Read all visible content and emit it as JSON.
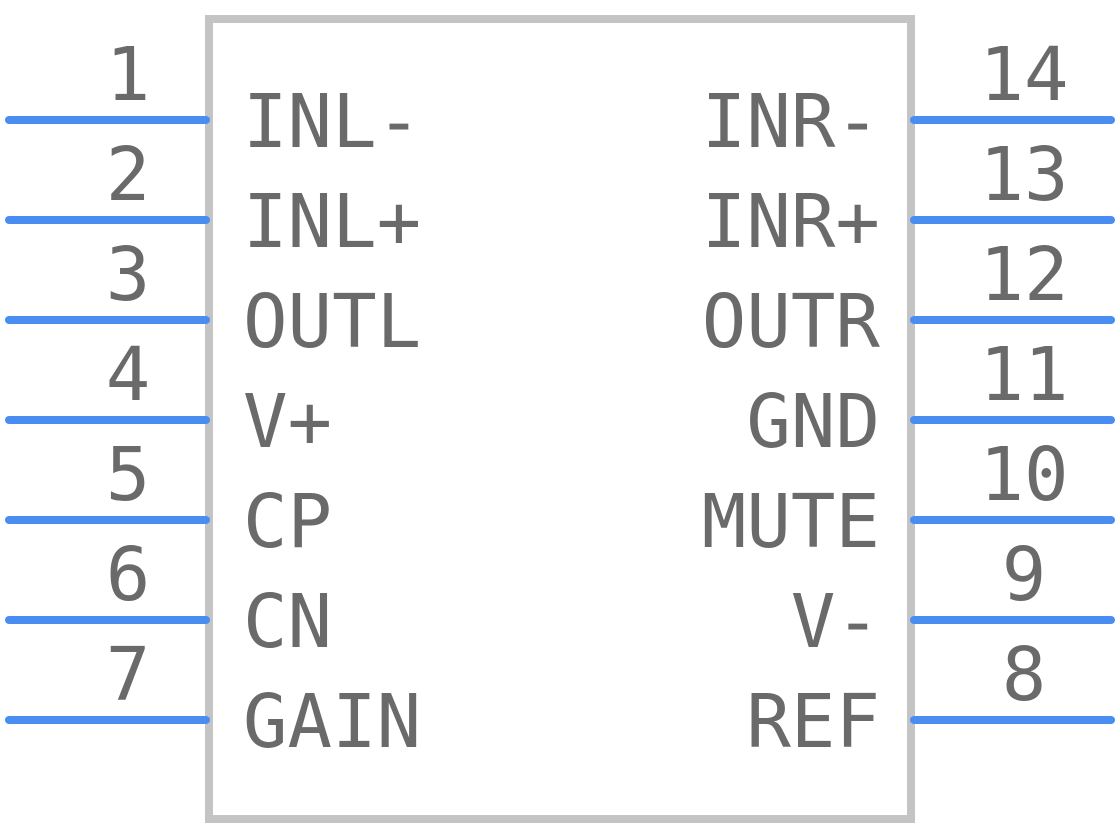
{
  "component": {
    "colors": {
      "body_outline": "#c4c4c4",
      "pin_line": "#4a8df0",
      "text": "#6a6a6a"
    },
    "left_pins": [
      {
        "number": "1",
        "name": "INL-"
      },
      {
        "number": "2",
        "name": "INL+"
      },
      {
        "number": "3",
        "name": "OUTL"
      },
      {
        "number": "4",
        "name": "V+"
      },
      {
        "number": "5",
        "name": "CP"
      },
      {
        "number": "6",
        "name": "CN"
      },
      {
        "number": "7",
        "name": "GAIN"
      }
    ],
    "right_pins": [
      {
        "number": "14",
        "name": "INR-"
      },
      {
        "number": "13",
        "name": "INR+"
      },
      {
        "number": "12",
        "name": "OUTR"
      },
      {
        "number": "11",
        "name": "GND"
      },
      {
        "number": "10",
        "name": "MUTE"
      },
      {
        "number": "9",
        "name": "V-"
      },
      {
        "number": "8",
        "name": "REF"
      }
    ]
  }
}
